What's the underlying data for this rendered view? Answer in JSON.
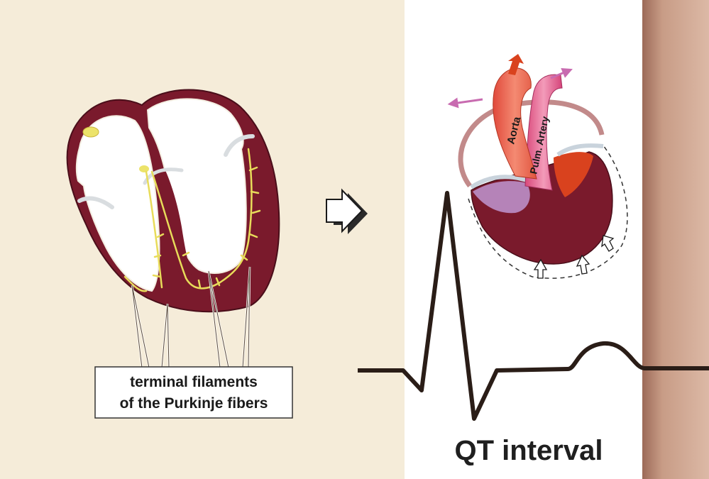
{
  "figure": {
    "callout": {
      "line1": "terminal filaments",
      "line2": "of the Purkinje fibers"
    },
    "vessels": {
      "aorta": "Aorta",
      "pulmonary_artery": "Pulm. Artery"
    },
    "ecg_caption": "QT interval"
  },
  "colors": {
    "left_panel_bg": "#f5ecd9",
    "myocardium": "#7a1a2c",
    "purkinje": "#e8dc5a",
    "aorta": "#f06a55",
    "pulmonary_artery": "#e8588a",
    "ecg_trace": "#2a1d17",
    "right_edge": "#c79a85"
  }
}
